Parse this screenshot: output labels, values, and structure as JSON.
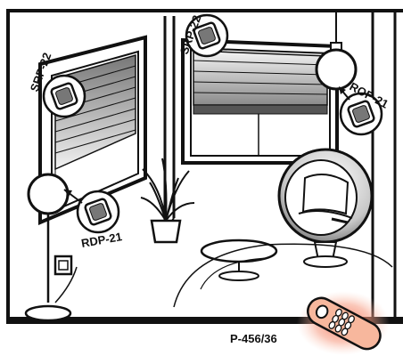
{
  "labels": {
    "srp_left": "SRP-22",
    "srp_right": "SRP-22",
    "rdp_left": "RDP-21",
    "rop_right": "ROP-21",
    "remote_code": "P-456/36"
  },
  "colors": {
    "line": "#111111",
    "remote_glow": "#f4826b",
    "remote_body": "#f7b79d",
    "panel_bg": "#ffffff"
  },
  "icons": {
    "wall_switch": "switch-module-icon",
    "remote": "remote-control-icon"
  }
}
